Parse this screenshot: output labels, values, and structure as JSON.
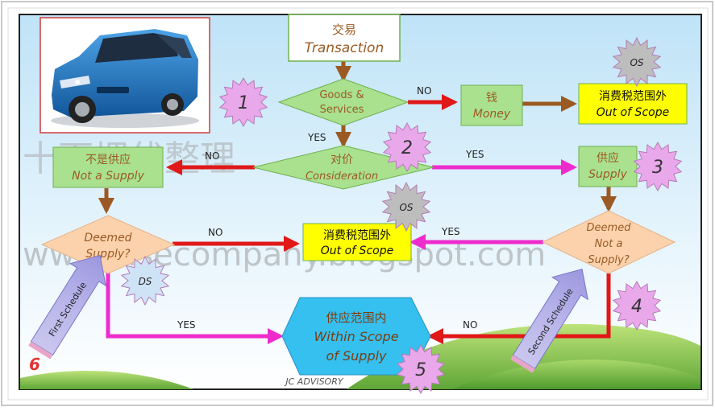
{
  "watermark": {
    "chinese": "十面埋伏整理",
    "url": "www.klsecompany.blogspot.com"
  },
  "nodes": {
    "transaction": {
      "cn": "交易",
      "en": "Transaction"
    },
    "goods_services": {
      "line1": "Goods &",
      "line2": "Services"
    },
    "money": {
      "cn": "钱",
      "en": "Money"
    },
    "out_of_scope_top": {
      "cn": "消费税范围外",
      "en": "Out of Scope"
    },
    "consideration": {
      "cn": "对价",
      "en": "Consideration"
    },
    "not_a_supply": {
      "cn": "不是供应",
      "en": "Not a Supply"
    },
    "supply": {
      "cn": "供应",
      "en": "Supply"
    },
    "deemed_supply_left": {
      "line1": "Deemed",
      "line2": "Supply?"
    },
    "out_of_scope_mid": {
      "cn": "消费税范围外",
      "en": "Out of Scope"
    },
    "deemed_not_supply_right": {
      "line1": "Deemed",
      "line2": "Not a",
      "line3": "Supply?"
    },
    "within_scope": {
      "cn": "供应范围内",
      "en1": "Within Scope",
      "en2": "of Supply"
    }
  },
  "edge_labels": {
    "goods_no": "NO",
    "goods_yes": "YES",
    "consideration_no": "NO",
    "consideration_yes": "YES",
    "deemed_left_no": "NO",
    "deemed_left_yes": "YES",
    "deemed_right_yes": "YES",
    "deemed_right_no": "NO"
  },
  "badges": {
    "b1": "1",
    "b2": "2",
    "b3": "3",
    "b4": "4",
    "b5": "5",
    "b6": "6",
    "os_top": "OS",
    "os_mid": "OS",
    "ds": "DS"
  },
  "arrows_side": {
    "first_schedule": "First Schedule",
    "second_schedule": "Second Schedule"
  },
  "footer": "JC ADVISORY",
  "colors": {
    "yes_arrow": "#ee2ccc",
    "no_arrow": "#e01818",
    "flow_arrow": "#9b5a23",
    "badge_fill": "#e8a8ea",
    "os_fill": "#bdbdbd",
    "ds_fill": "#cfe3f7",
    "yellow_box": "#ffff00",
    "green_box": "#a9e18e",
    "peach_diamond": "#fbd2ac",
    "hexagon": "#35c0f0",
    "image_icon": "car-photo"
  }
}
